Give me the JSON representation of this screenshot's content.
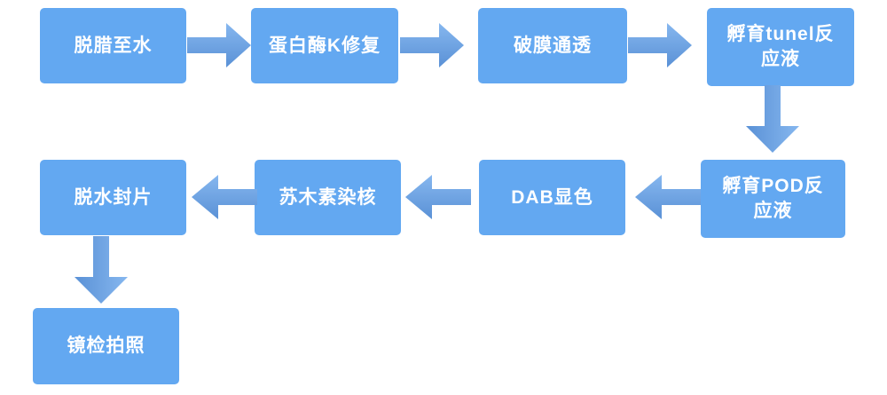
{
  "diagram": {
    "type": "flowchart",
    "background_color": "#ffffff",
    "node_fill_color": "#63a8f1",
    "node_text_color": "#ffffff",
    "arrow_gradient_light": "#86b7ef",
    "arrow_gradient_dark": "#5a91d6",
    "nodes": [
      {
        "id": "step-1",
        "label": "脱腊至水"
      },
      {
        "id": "step-2",
        "label": "蛋白酶K修复"
      },
      {
        "id": "step-3",
        "label": "破膜通透"
      },
      {
        "id": "step-4",
        "label": "孵育tunel反\n应液"
      },
      {
        "id": "step-5",
        "label": "孵育POD反\n应液"
      },
      {
        "id": "step-6",
        "label": "DAB显色"
      },
      {
        "id": "step-7",
        "label": "苏木素染核"
      },
      {
        "id": "step-8",
        "label": "脱水封片"
      },
      {
        "id": "step-9",
        "label": "镜检拍照"
      }
    ],
    "edges": [
      {
        "from": "step-1",
        "to": "step-2",
        "direction": "right"
      },
      {
        "from": "step-2",
        "to": "step-3",
        "direction": "right"
      },
      {
        "from": "step-3",
        "to": "step-4",
        "direction": "right"
      },
      {
        "from": "step-4",
        "to": "step-5",
        "direction": "down"
      },
      {
        "from": "step-5",
        "to": "step-6",
        "direction": "left"
      },
      {
        "from": "step-6",
        "to": "step-7",
        "direction": "left"
      },
      {
        "from": "step-7",
        "to": "step-8",
        "direction": "left"
      },
      {
        "from": "step-8",
        "to": "step-9",
        "direction": "down"
      }
    ]
  }
}
